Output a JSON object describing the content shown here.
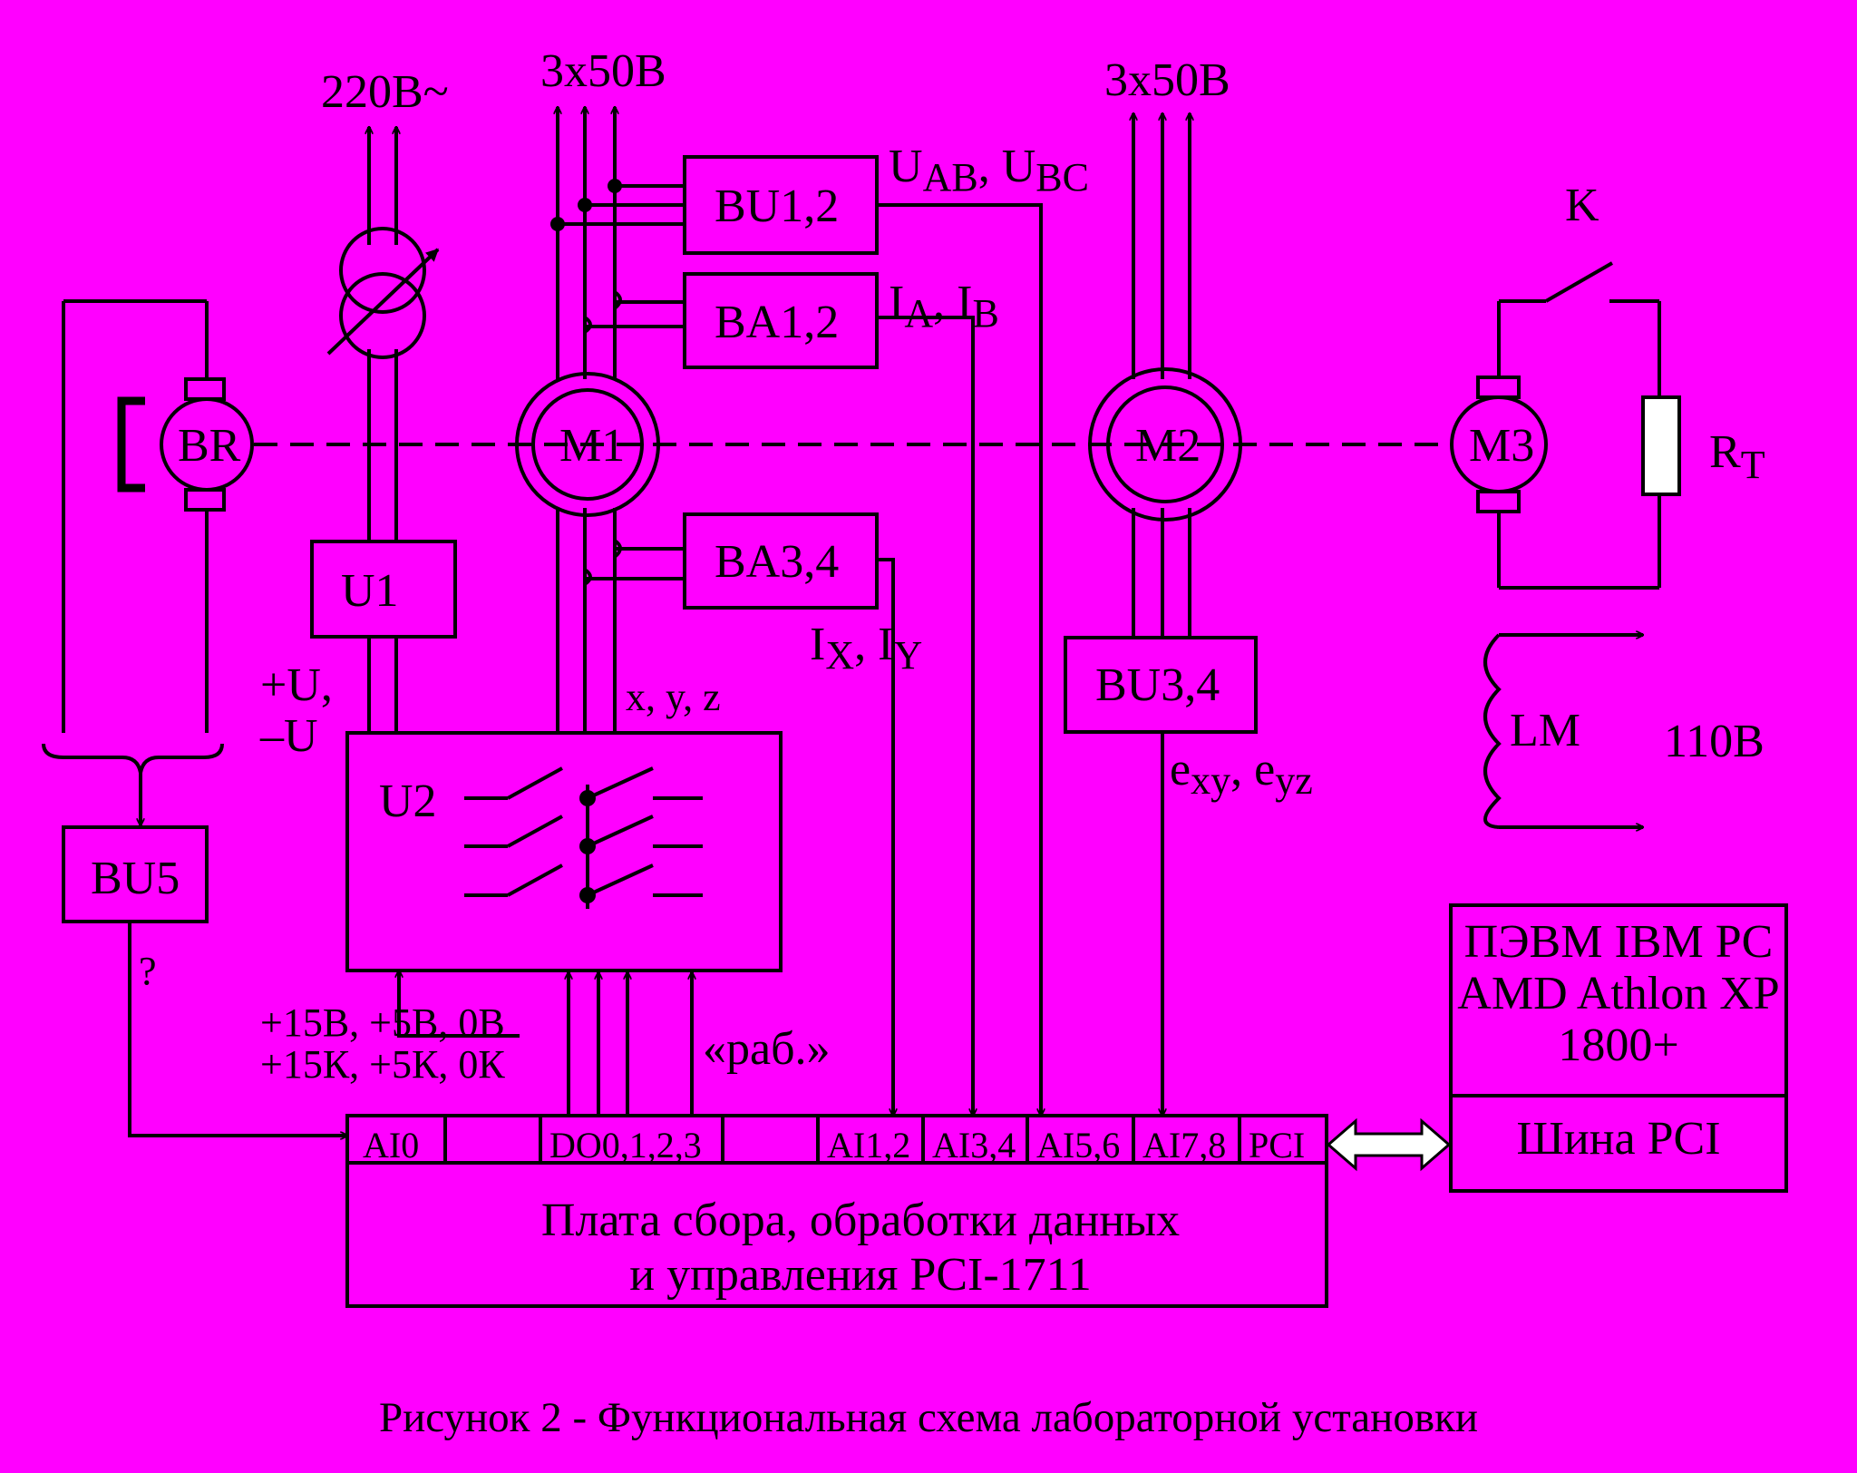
{
  "supply": {
    "ac": "220В~",
    "three_phase_left": "3x50В",
    "three_phase_right": "3x50В"
  },
  "blocks": {
    "bu12": "BU1,2",
    "ba12": "BA1,2",
    "ba34": "BA3,4",
    "bu34": "BU3,4",
    "bu5": "BU5",
    "u1": "U1",
    "u2": "U2"
  },
  "machines": {
    "br": "BR",
    "m1": "M1",
    "m2": "M2",
    "m3": "M3",
    "k": "K",
    "rt_main": "R",
    "rt_sub": "T",
    "lm": "LM",
    "v110": "110В"
  },
  "signals": {
    "uab_u": "U",
    "uab_sub": "AB",
    "uab_sep": ", U",
    "ubc_sub": "BC",
    "ia_i": "I",
    "ia_sub": "A",
    "ib_sep": ", I",
    "ib_sub": "B",
    "ix_i": "I",
    "ix_sub": "X",
    "iy_sep": ", I",
    "iy_sub": "Y",
    "pu_line1": "+U,",
    "pu_line2": "–U",
    "xyz": "x, y, z",
    "exy_e": "e",
    "exy_sub": "xy",
    "eyz_sep": ", e",
    "eyz_sub": "yz",
    "question": "?",
    "pwr_line1": "+15В, +5В, 0В",
    "pwr_line2": "+15К, +5К, 0К",
    "rab": "«раб.»"
  },
  "board": {
    "ports": [
      "AI0",
      "DO0,1,2,3",
      "AI1,2",
      "AI3,4",
      "AI5,6",
      "AI7,8",
      "PCI"
    ],
    "title_line1": "Плата сбора, обработки данных",
    "title_line2": "и управления PCI-1711"
  },
  "pc": {
    "line1": "ПЭВМ IBM PC",
    "line2": "AMD Athlon XP",
    "line3": "1800+",
    "bus": "Шина PCI"
  },
  "caption": "Рисунок 2 - Функциональная схема лабораторной установки"
}
